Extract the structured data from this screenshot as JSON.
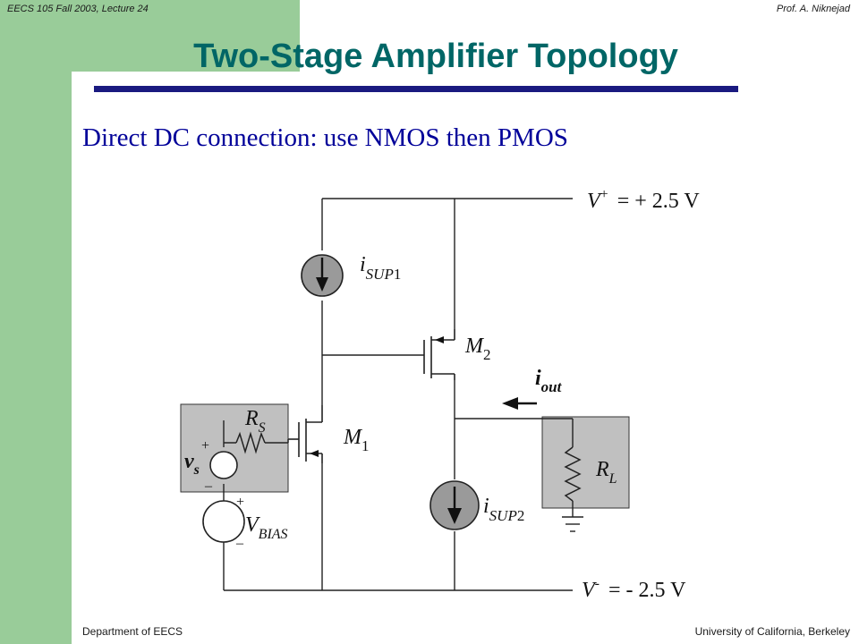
{
  "header": {
    "course": "EECS 105 Fall 2003, Lecture 24",
    "instructor": "Prof. A. Niknejad"
  },
  "slide": {
    "title": "Two-Stage Amplifier Topology",
    "subtitle": "Direct DC connection:  use NMOS then PMOS"
  },
  "circuit": {
    "vplus_sym": "V",
    "vplus_sup": "+",
    "vplus_value": "= + 2.5 V",
    "vminus_sym": "V",
    "vminus_sup": "-",
    "vminus_value": "= - 2.5 V",
    "isup1_main": "i",
    "isup1_sub": "SUP",
    "isup1_num": "1",
    "isup2_main": "i",
    "isup2_sub": "SUP",
    "isup2_num": "2",
    "m1_main": "M",
    "m1_sub": "1",
    "m2_main": "M",
    "m2_sub": "2",
    "iout_main": "i",
    "iout_sub": "out",
    "rs_main": "R",
    "rs_sub": "S",
    "rl_main": "R",
    "rl_sub": "L",
    "vs_main": "v",
    "vs_sub": "s",
    "vbias_main": "V",
    "vbias_sub": "BIAS",
    "plus_sign": "+",
    "minus_sign": "–"
  },
  "footer": {
    "department": "Department of EECS",
    "university": "University of California, Berkeley"
  },
  "colors": {
    "sidebar": "#99cc99",
    "title": "#006666",
    "rule": "#1a1a80",
    "subtitle": "#000099",
    "shade": "#c0c0c0"
  }
}
